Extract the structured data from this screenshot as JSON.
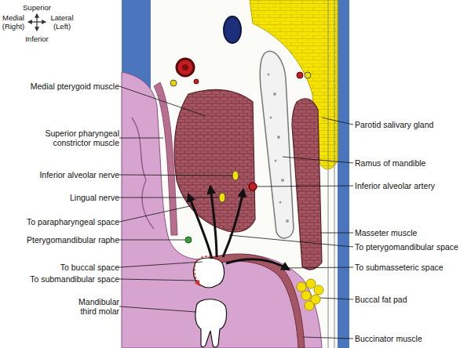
{
  "diagram": {
    "labels": [
      "Superior",
      "Medial (Right)",
      "Lateral (Left)",
      "Inferior",
      "Medial pterygoid muscle",
      "Superior pharyngeal constrictor muscle",
      "Inferior alveolar nerve",
      "Lingual nerve",
      "To parapharyngeal space",
      "Pterygomandibular raphe",
      "To buccal space",
      "To submandibular space",
      "Mandibular third molar",
      "Parotid salivary gland",
      "Ramus of mandible",
      "Inferior alveolar artery",
      "Masseter muscle",
      "To pterygomandibular space",
      "To submasseteric space",
      "Buccal fat pad",
      "Buccinator muscle"
    ]
  }
}
